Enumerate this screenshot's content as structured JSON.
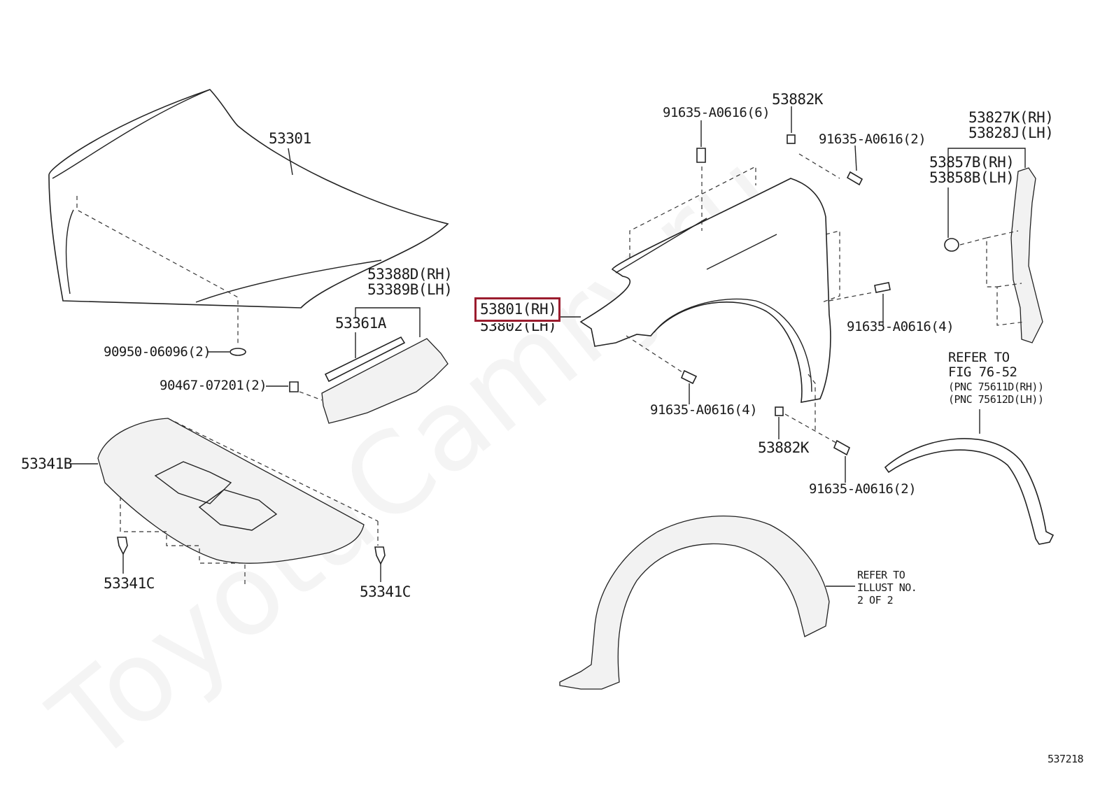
{
  "watermark": "ToyotaCamry.ru",
  "diagram_id": "537218",
  "labels": {
    "hood": "53301",
    "hood_insulator_clip": "90950-06096(2)",
    "seal_rh": "53388D(RH)",
    "seal_lh": "53389B(LH)",
    "seal_main": "53361A",
    "clip_90467": "90467-07201(2)",
    "under_cover": "53341B",
    "clip_left": "53341C",
    "clip_right": "53341C",
    "fender_rh": "53801(RH)",
    "fender_lh": "53802(LH)",
    "bolt_top6": "91635-A0616(6)",
    "nut_top": "53882K",
    "bolt_top2": "91635-A0616(2)",
    "bolt_right4": "91635-A0616(4)",
    "bolt_bottom4": "91635-A0616(4)",
    "nut_bottom": "53882K",
    "bolt_bottom2": "91635-A0616(2)",
    "liner_rh": "53827K(RH)",
    "liner_lh": "53828J(LH)",
    "seal2_rh": "53857B(RH)",
    "seal2_lh": "53858B(LH)",
    "refer1_l1": "REFER TO",
    "refer1_l2": "FIG 76-52",
    "refer1_l3": "(PNC 75611D(RH))",
    "refer1_l4": "(PNC 75612D(LH))",
    "refer2_l1": "REFER TO",
    "refer2_l2": "ILLUST NO.",
    "refer2_l3": "2 OF 2"
  }
}
